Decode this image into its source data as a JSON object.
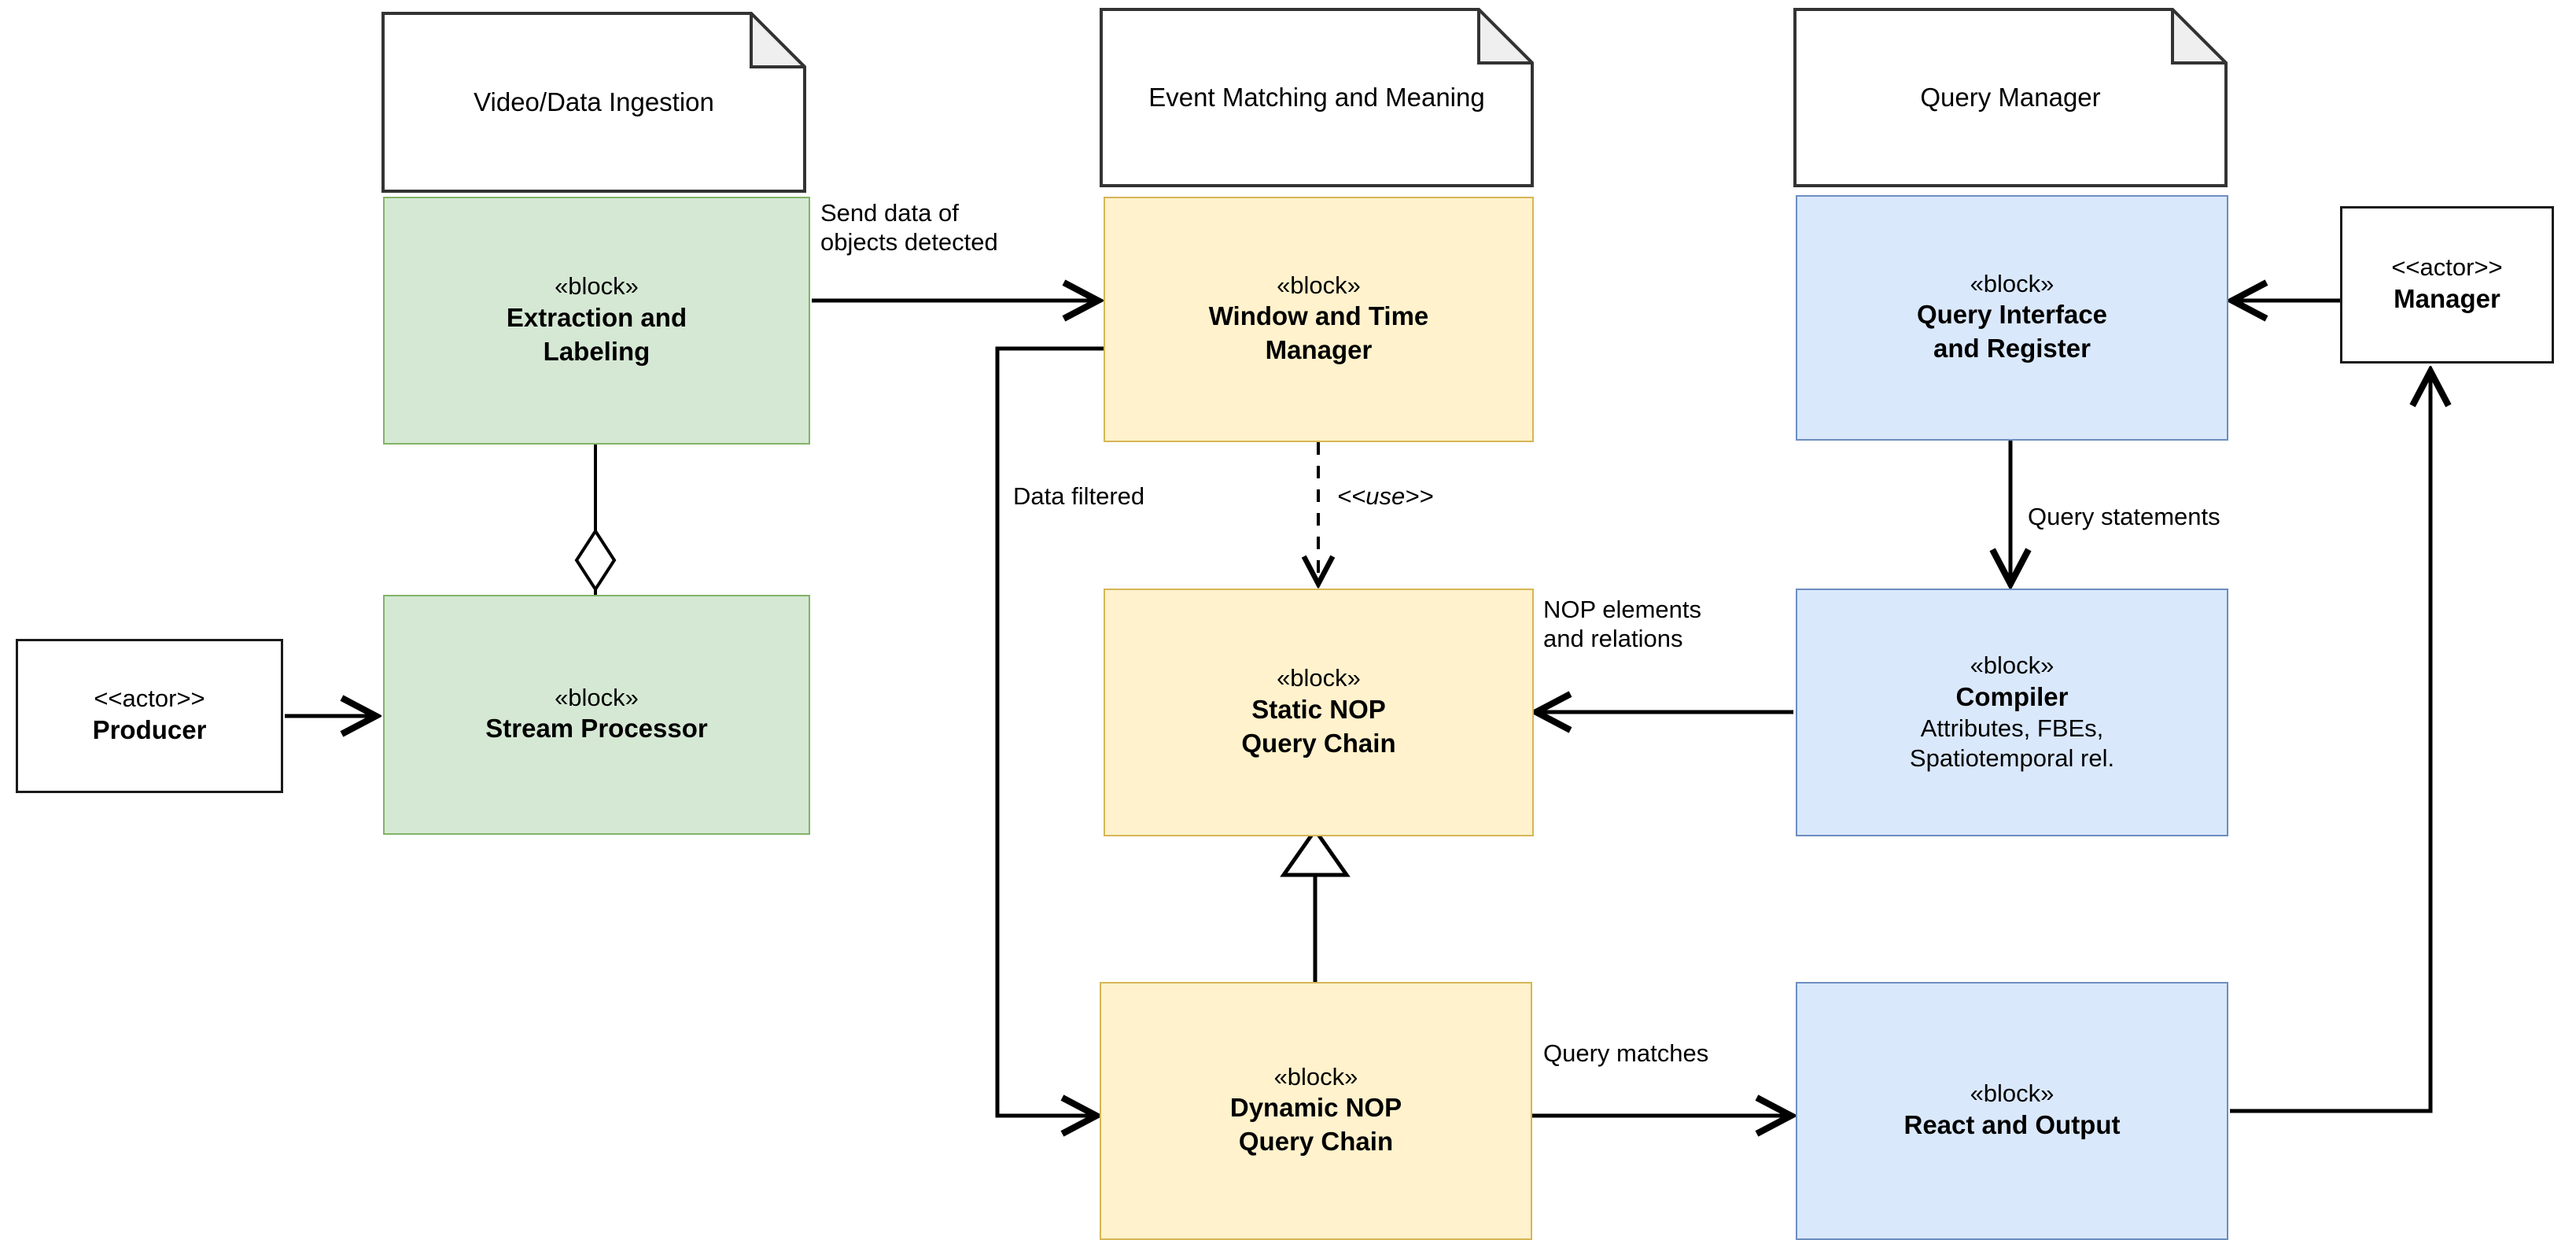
{
  "diagram": {
    "type": "SysML block definition diagram",
    "colors": {
      "green_fill": "#d5e8d4",
      "green_stroke": "#82b366",
      "yellow_fill": "#fff2cc",
      "yellow_stroke": "#d6b656",
      "blue_fill": "#dae8fc",
      "blue_stroke": "#6c8ebf",
      "actor_fill": "#ffffff",
      "actor_stroke": "#1a1a1a",
      "note_fill": "#ffffff",
      "note_stroke": "#333333",
      "edge_stroke": "#000000"
    }
  },
  "notes": [
    {
      "id": "note-ingestion",
      "text": "Video/Data Ingestion"
    },
    {
      "id": "note-event-matching",
      "text": "Event Matching\nand Meaning"
    },
    {
      "id": "note-query-manager",
      "text": "Query Manager"
    }
  ],
  "blocks": [
    {
      "id": "extraction-and-labeling",
      "stereotype": "«block»",
      "title": "Extraction and\nLabeling",
      "sub": "",
      "group": "green"
    },
    {
      "id": "stream-processor",
      "stereotype": "«block»",
      "title": "Stream Processor",
      "sub": "",
      "group": "green"
    },
    {
      "id": "window-and-time-manager",
      "stereotype": "«block»",
      "title": "Window and Time\nManager",
      "sub": "",
      "group": "yellow"
    },
    {
      "id": "static-nop-query-chain",
      "stereotype": "«block»",
      "title": "Static NOP\nQuery Chain",
      "sub": "",
      "group": "yellow"
    },
    {
      "id": "dynamic-nop-query-chain",
      "stereotype": "«block»",
      "title": "Dynamic NOP\nQuery Chain",
      "sub": "",
      "group": "yellow"
    },
    {
      "id": "query-interface-and-register",
      "stereotype": "«block»",
      "title": "Query Interface\nand Register",
      "sub": "",
      "group": "blue"
    },
    {
      "id": "compiler",
      "stereotype": "«block»",
      "title": "Compiler",
      "sub": "Attributes, FBEs,\nSpatiotemporal rel.",
      "group": "blue"
    },
    {
      "id": "react-and-output",
      "stereotype": "«block»",
      "title": "React and Output",
      "sub": "",
      "group": "blue"
    }
  ],
  "actors": [
    {
      "id": "actor-producer",
      "stereotype": "<<actor>>",
      "title": "Producer"
    },
    {
      "id": "actor-manager",
      "stereotype": "<<actor>>",
      "title": "Manager"
    }
  ],
  "edge_labels": {
    "send_data": "Send data of\nobjects detected",
    "data_filtered": "Data filtered",
    "use": "<<use>>",
    "nop_elements": "NOP elements\nand relations",
    "query_statements": "Query statements",
    "query_matches": "Query matches"
  },
  "edges": [
    {
      "id": "edge-producer-to-stream-processor",
      "from": "actor-producer",
      "to": "stream-processor",
      "kind": "association-arrow",
      "label": ""
    },
    {
      "id": "edge-extraction-aggregation-stream",
      "from": "extraction-and-labeling",
      "to": "stream-processor",
      "kind": "aggregation-diamond",
      "label": ""
    },
    {
      "id": "edge-extraction-to-window",
      "from": "extraction-and-labeling",
      "to": "window-and-time-manager",
      "kind": "association-arrow",
      "label": "Send data of\nobjects detected"
    },
    {
      "id": "edge-window-to-static",
      "from": "window-and-time-manager",
      "to": "static-nop-query-chain",
      "kind": "dependency-dashed",
      "label": "<<use>>"
    },
    {
      "id": "edge-window-to-dynamic",
      "from": "window-and-time-manager",
      "to": "dynamic-nop-query-chain",
      "kind": "association-arrow",
      "label": "Data filtered"
    },
    {
      "id": "edge-dynamic-generalizes-static",
      "from": "dynamic-nop-query-chain",
      "to": "static-nop-query-chain",
      "kind": "generalization-triangle",
      "label": ""
    },
    {
      "id": "edge-manager-to-query-interface",
      "from": "actor-manager",
      "to": "query-interface-and-register",
      "kind": "association-arrow",
      "label": ""
    },
    {
      "id": "edge-query-interface-to-compiler",
      "from": "query-interface-and-register",
      "to": "compiler",
      "kind": "dependency-arrow",
      "label": "Query statements"
    },
    {
      "id": "edge-compiler-to-static",
      "from": "compiler",
      "to": "static-nop-query-chain",
      "kind": "association-arrow",
      "label": "NOP elements\nand relations"
    },
    {
      "id": "edge-dynamic-to-react",
      "from": "dynamic-nop-query-chain",
      "to": "react-and-output",
      "kind": "association-arrow",
      "label": "Query matches"
    },
    {
      "id": "edge-react-to-manager",
      "from": "react-and-output",
      "to": "actor-manager",
      "kind": "association-arrow",
      "label": ""
    }
  ]
}
